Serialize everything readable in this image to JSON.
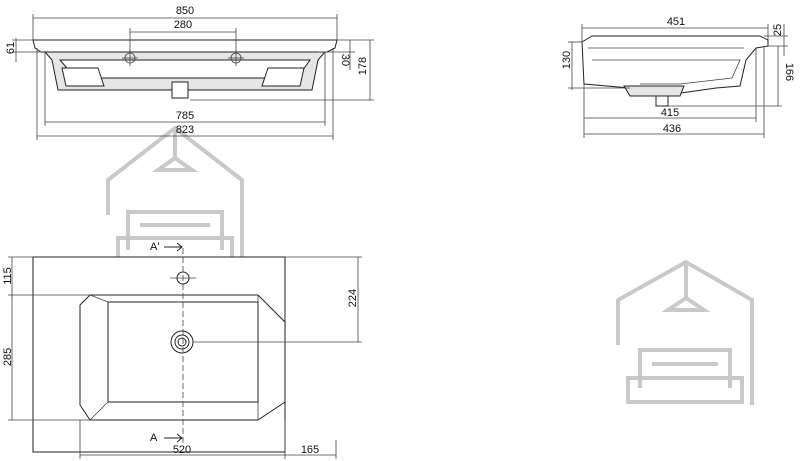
{
  "front_view": {
    "dims": {
      "overall_width": "850",
      "tap_spacing": "280",
      "rim_height": "61",
      "top_offset": "30",
      "total_height": "178",
      "inner_width": "785",
      "outer_width": "823"
    }
  },
  "side_view": {
    "dims": {
      "depth_top": "451",
      "rim_right": "25",
      "left_height": "130",
      "right_height": "166",
      "bowl_depth": "415",
      "base_depth": "436"
    }
  },
  "top_view": {
    "dims": {
      "top_margin": "115",
      "left_depth": "285",
      "drain_depth": "224",
      "bowl_width": "520",
      "right_margin": "165"
    },
    "section_labels": {
      "upper": "A'",
      "lower": "A"
    }
  },
  "watermark": {
    "icon_name": "house-lamp-sofa-logo",
    "color": "#c9c9c9"
  }
}
